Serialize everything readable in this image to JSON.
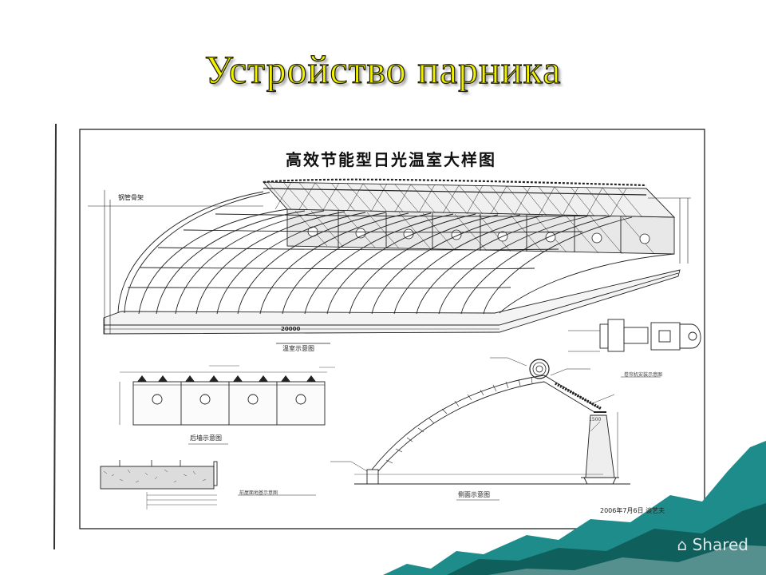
{
  "slide": {
    "title": "Устройство парника",
    "title_color": "#f2f200"
  },
  "drawing": {
    "sheet_title": "高效节能型日光温室大样图",
    "labels": {
      "pipe_frame": "钢管骨架",
      "span": "20000",
      "greenhouse_caption": "温室示意图",
      "back_wall_caption": "后墙示意图",
      "foundation_caption": "前屋面地基示意图",
      "section_caption": "侧面示意图",
      "detail_caption": "卷帘机安装示意图",
      "dim_1500": "1500",
      "signature": "2006年7月6日 谈艺夫"
    }
  },
  "watermark": {
    "text": "Shared",
    "icon": "share-icon"
  },
  "colors": {
    "teal": "#1e8c8a",
    "teal_dark": "#0f5f5d"
  }
}
